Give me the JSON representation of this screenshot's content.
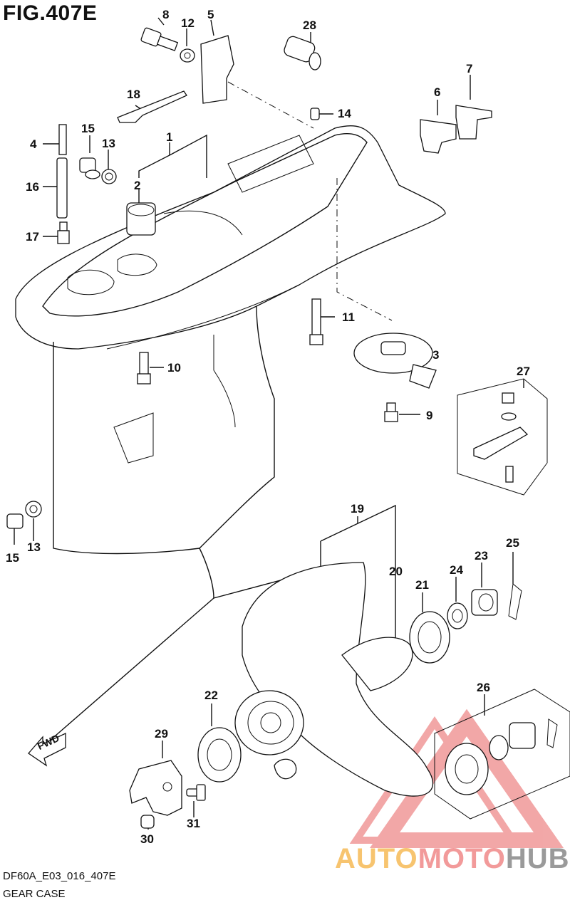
{
  "figure": {
    "title": "FIG.407E",
    "code": "DF60A_E03_016_407E",
    "name": "GEAR CASE",
    "fwd_label": "FWD"
  },
  "callouts": [
    "1",
    "2",
    "3",
    "4",
    "5",
    "6",
    "7",
    "8",
    "9",
    "10",
    "11",
    "12",
    "13",
    "13",
    "14",
    "15",
    "15",
    "16",
    "17",
    "18",
    "19",
    "20",
    "21",
    "22",
    "23",
    "24",
    "25",
    "26",
    "27",
    "28",
    "29",
    "30",
    "31"
  ],
  "watermark": {
    "part1": "AUTO",
    "part2": "MOTO",
    "part3": "HUB",
    "colors": {
      "auto": "#f7c46f",
      "moto": "#f29a9a",
      "hub": "#9a9a9a",
      "triangle": "#e86060"
    }
  }
}
